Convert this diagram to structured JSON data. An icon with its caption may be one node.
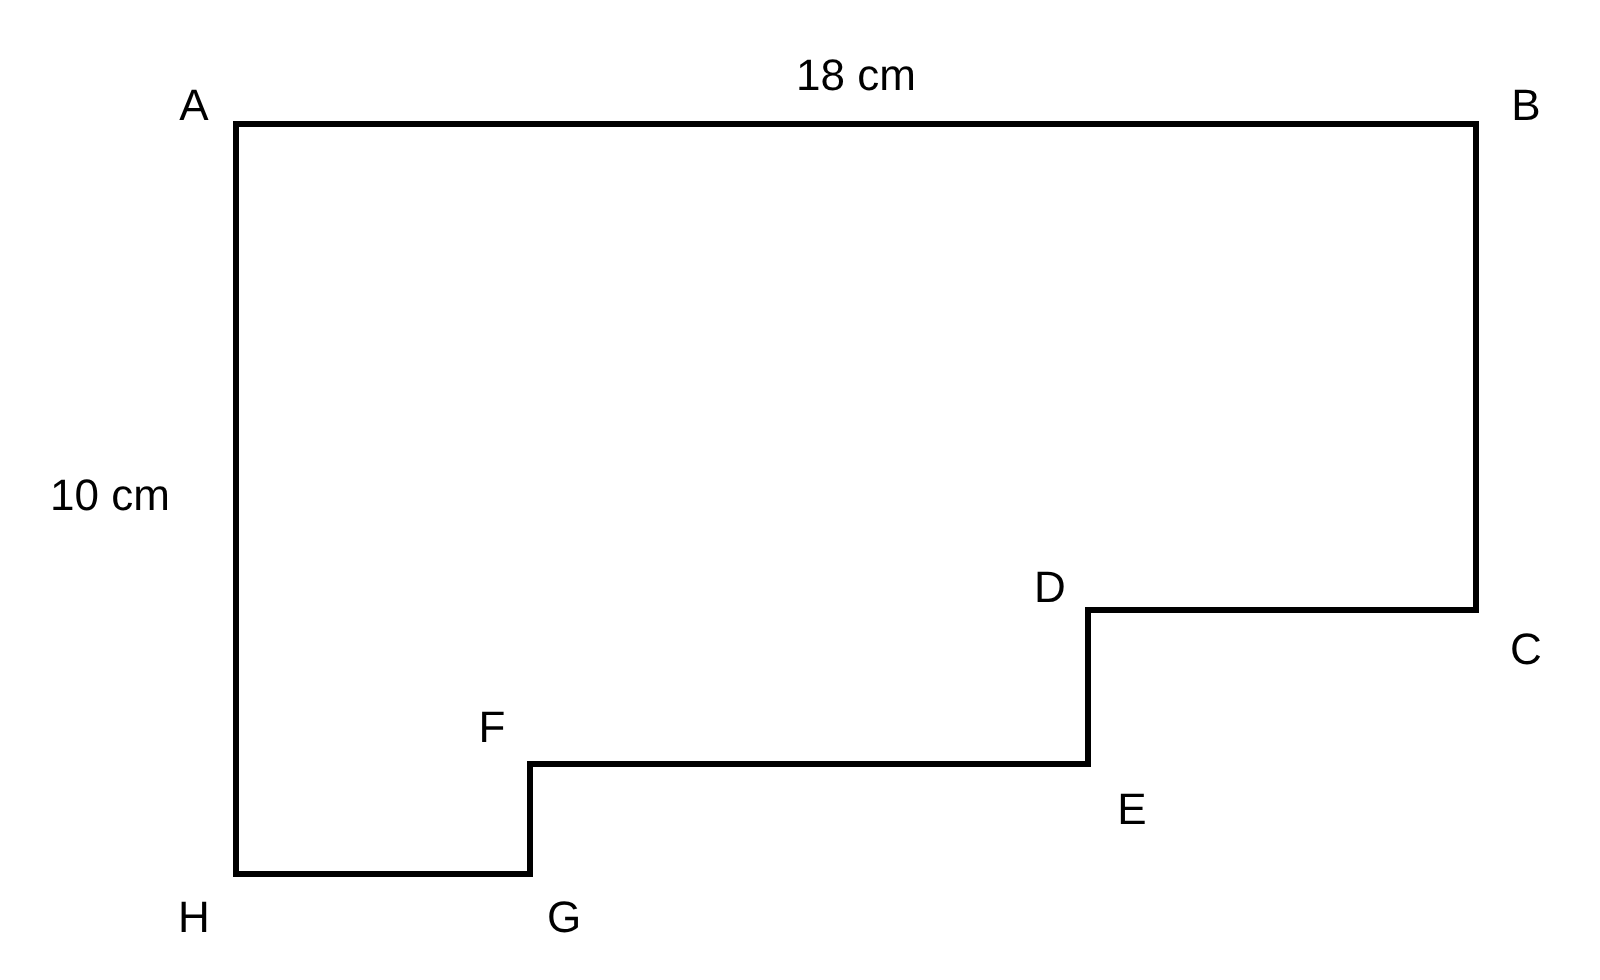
{
  "diagram": {
    "labels": [
      "A",
      "18 cm",
      "B",
      "10 cm",
      "D",
      "C",
      "F",
      "E",
      "H",
      "G"
    ]
  }
}
